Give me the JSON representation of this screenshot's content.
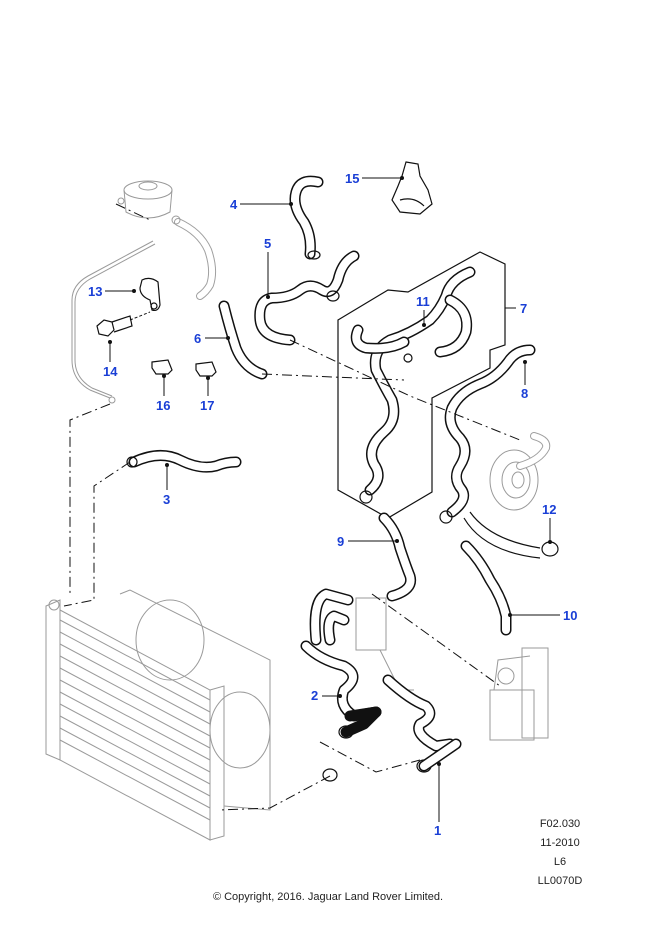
{
  "diagram": {
    "title": "Coolant hoses and radiator exploded parts diagram",
    "callouts": [
      {
        "id": "1",
        "label": "1"
      },
      {
        "id": "2",
        "label": "2"
      },
      {
        "id": "3",
        "label": "3"
      },
      {
        "id": "4",
        "label": "4"
      },
      {
        "id": "5",
        "label": "5"
      },
      {
        "id": "6",
        "label": "6"
      },
      {
        "id": "7",
        "label": "7"
      },
      {
        "id": "8",
        "label": "8"
      },
      {
        "id": "9",
        "label": "9"
      },
      {
        "id": "10",
        "label": "10"
      },
      {
        "id": "11",
        "label": "11"
      },
      {
        "id": "12",
        "label": "12"
      },
      {
        "id": "13",
        "label": "13"
      },
      {
        "id": "14",
        "label": "14"
      },
      {
        "id": "15",
        "label": "15"
      },
      {
        "id": "16",
        "label": "16"
      },
      {
        "id": "17",
        "label": "17"
      }
    ],
    "callout_color": "#1a3fd6",
    "line_color": "#111111"
  },
  "info_block": {
    "figure_number": "F02.030",
    "date": "11-2010",
    "variant": "L6",
    "illustration_code": "LL0070D"
  },
  "footer": {
    "copyright": "© Copyright, 2016. Jaguar Land Rover Limited."
  }
}
